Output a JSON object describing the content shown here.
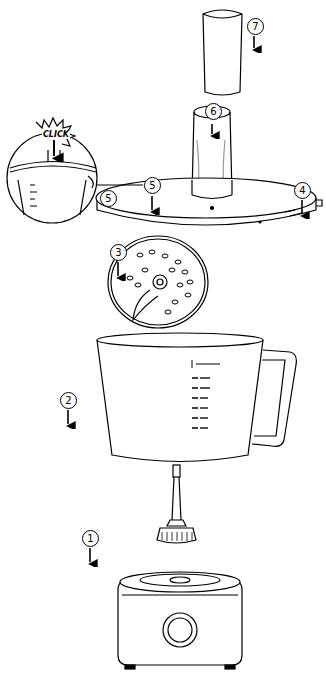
{
  "diagram": {
    "labels": [
      "7",
      "6",
      "5",
      "5",
      "4",
      "3",
      "2",
      "1",
      "CLICK"
    ]
  }
}
